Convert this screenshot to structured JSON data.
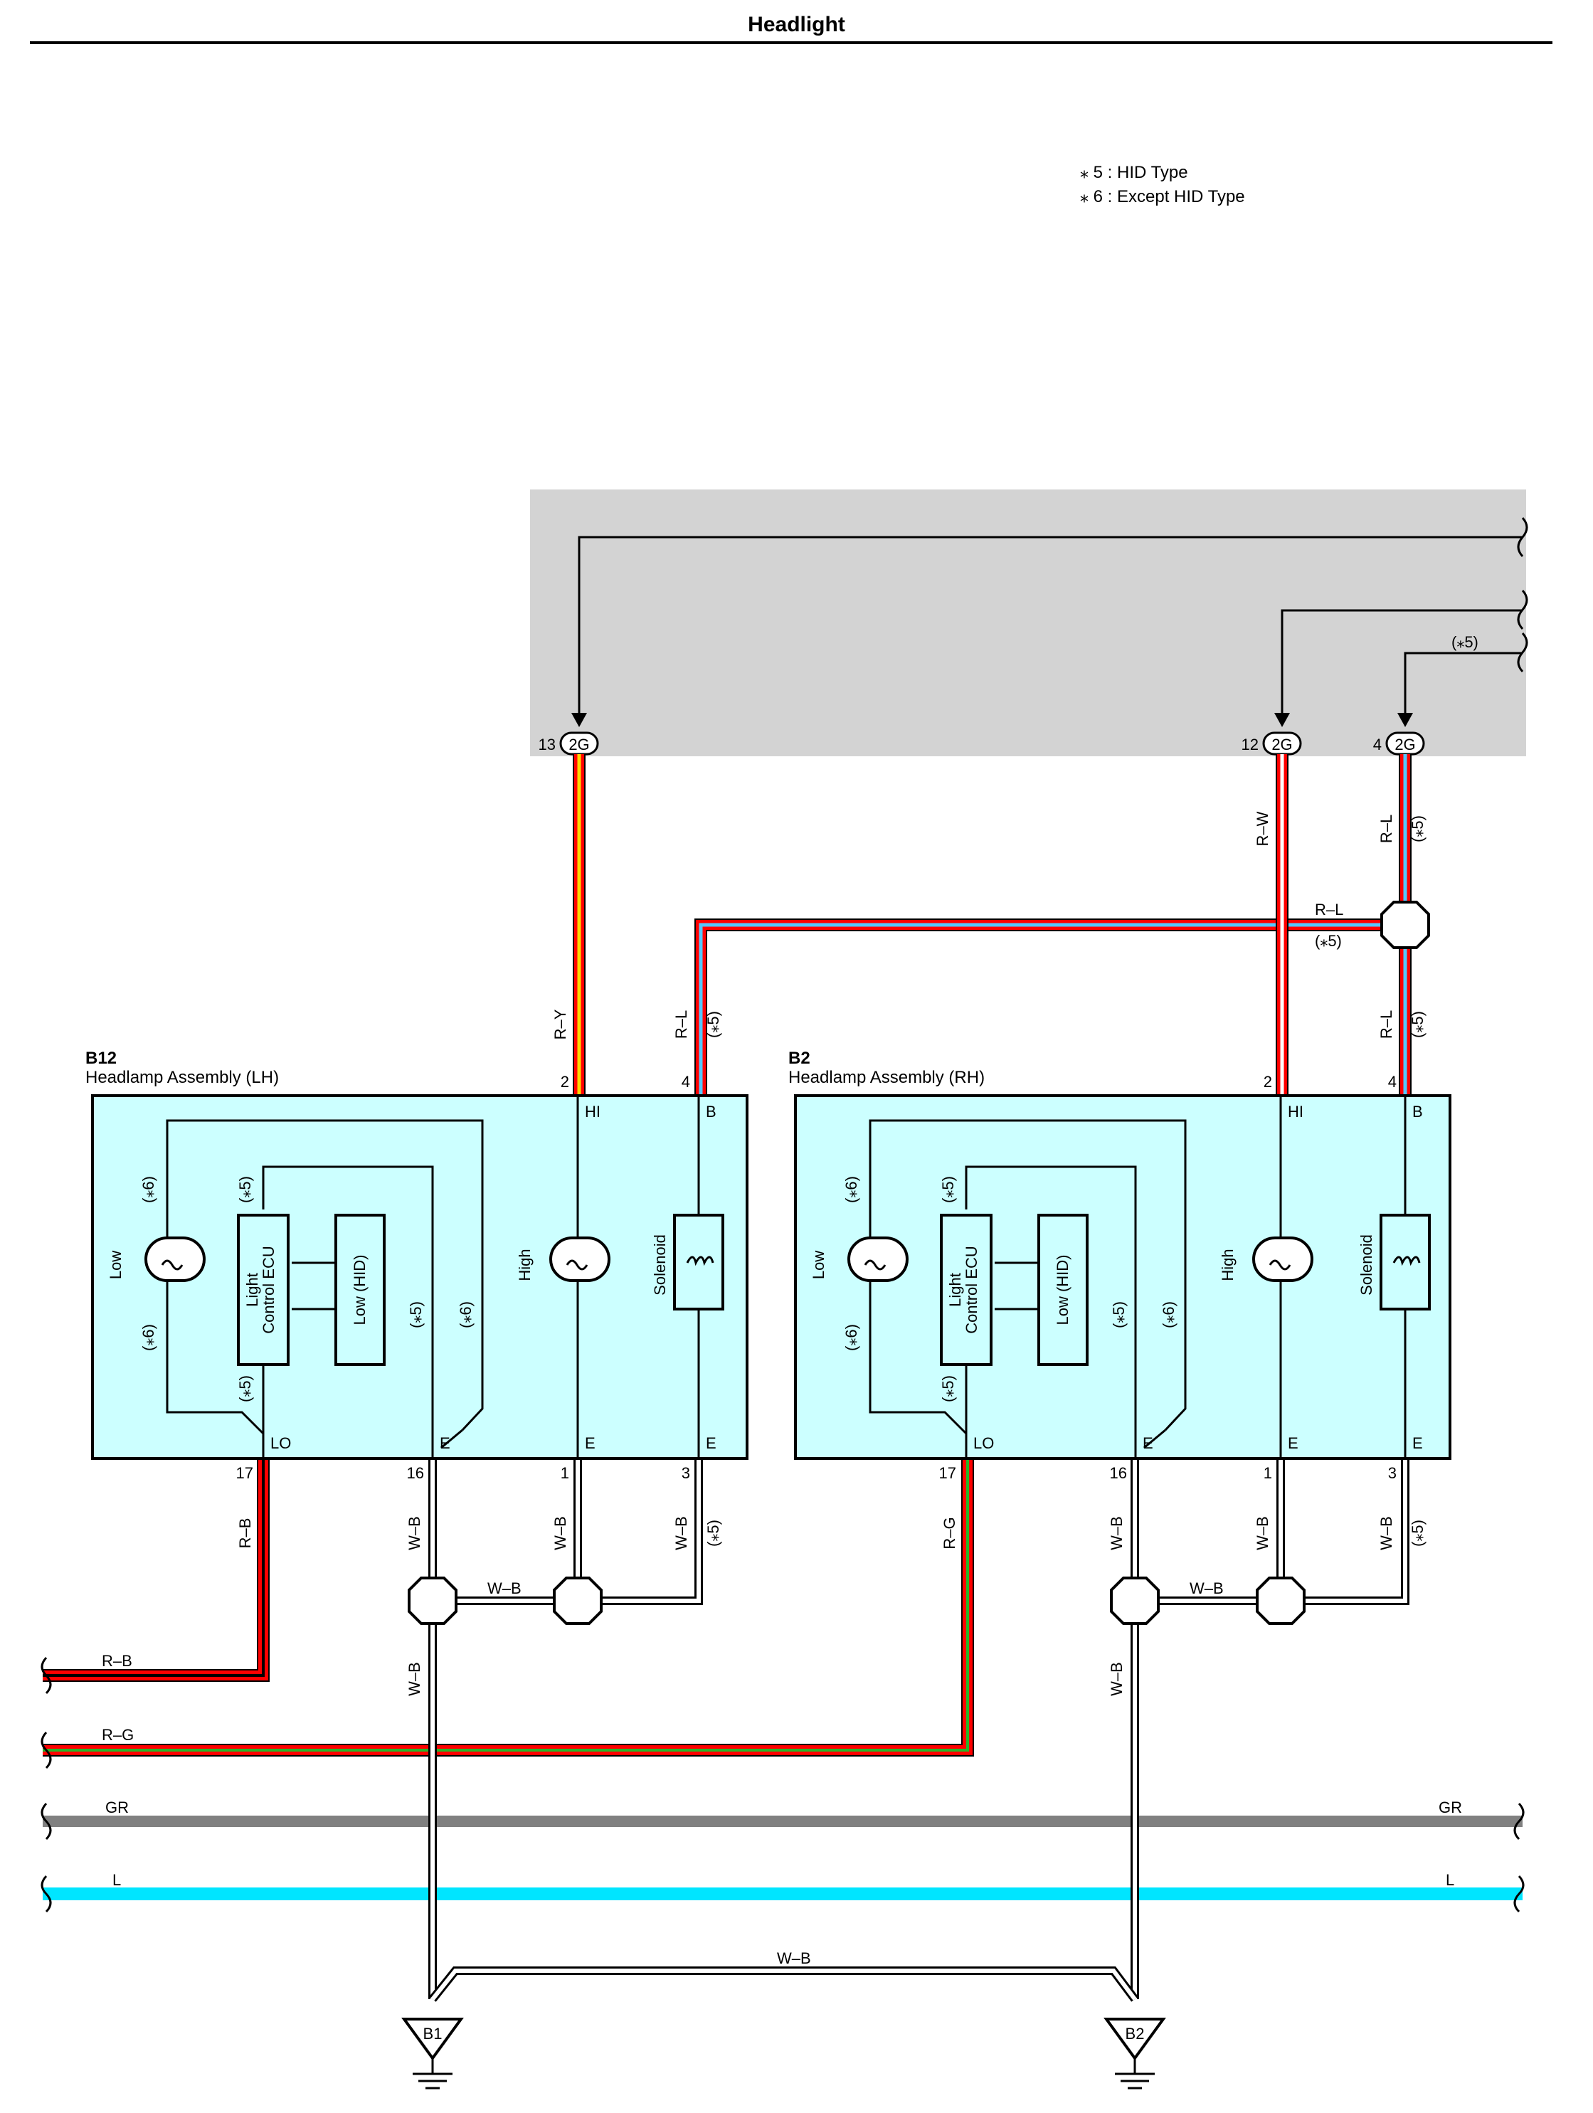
{
  "title": "Headlight",
  "notes": [
    "⁎ 5 : HID Type",
    "⁎ 6 : Except HID Type"
  ],
  "ecu_connector": {
    "code": "2G",
    "pins": [
      {
        "pin": "13",
        "wire": "R–Y"
      },
      {
        "pin": "12",
        "wire": "R–W"
      },
      {
        "pin": "4",
        "wire": "R–L",
        "note": "(⁎5)"
      }
    ],
    "note_right": "(⁎5)"
  },
  "components": [
    {
      "id": "B12",
      "name": "Headlamp Assembly (LH)",
      "labels": {
        "low": "Low",
        "high": "High",
        "solenoid": "Solenoid",
        "ecu_line1": "Light",
        "ecu_line2": "Control ECU",
        "low_hid": "Low (HID)"
      },
      "terminals_top": [
        {
          "pin": "2",
          "name": "HI"
        },
        {
          "pin": "4",
          "name": "B"
        }
      ],
      "terminals_bottom": [
        {
          "pin": "17",
          "name": "LO",
          "wire": "R–B"
        },
        {
          "pin": "16",
          "name": "E",
          "wire": "W–B"
        },
        {
          "pin": "1",
          "name": "E",
          "wire": "W–B"
        },
        {
          "pin": "3",
          "name": "E",
          "wire": "W–B"
        }
      ],
      "top_wires": [
        "R–Y",
        "R–L"
      ]
    },
    {
      "id": "B2",
      "name": "Headlamp Assembly (RH)",
      "labels": {
        "low": "Low",
        "high": "High",
        "solenoid": "Solenoid",
        "ecu_line1": "Light",
        "ecu_line2": "Control ECU",
        "low_hid": "Low (HID)"
      },
      "terminals_top": [
        {
          "pin": "2",
          "name": "HI"
        },
        {
          "pin": "4",
          "name": "B"
        }
      ],
      "terminals_bottom": [
        {
          "pin": "17",
          "name": "LO",
          "wire": "R–G"
        },
        {
          "pin": "16",
          "name": "E",
          "wire": "W–B"
        },
        {
          "pin": "1",
          "name": "E",
          "wire": "W–B"
        },
        {
          "pin": "3",
          "name": "E",
          "wire": "W–B"
        }
      ],
      "top_wires": [
        "R–W",
        "R–L"
      ]
    }
  ],
  "marks": {
    "star5": "(⁎5)",
    "star6": "(⁎6)"
  },
  "splice_wires": {
    "rl_horizontal": "R–L",
    "lh_wb": "W–B",
    "rh_wb": "W–B"
  },
  "bus_lines": [
    {
      "label": "R–B",
      "color": "red-black"
    },
    {
      "label": "R–G",
      "color": "red-green"
    },
    {
      "label": "GR",
      "color": "#808080"
    },
    {
      "label": "L",
      "color": "#00e5ff"
    }
  ],
  "ground_wires": {
    "lh_vertical": "W–B",
    "rh_vertical": "W–B",
    "bridge": "W–B"
  },
  "grounds": [
    "B1",
    "B2"
  ],
  "colors": {
    "component_fill": "#ccffff",
    "ecu_fill": "#d3d3d3",
    "red": "#ff0000",
    "yellow": "#ffd700",
    "blue": "#55c8ff",
    "green": "#28b428",
    "gray": "#808080",
    "light_blue": "#00e5ff"
  }
}
